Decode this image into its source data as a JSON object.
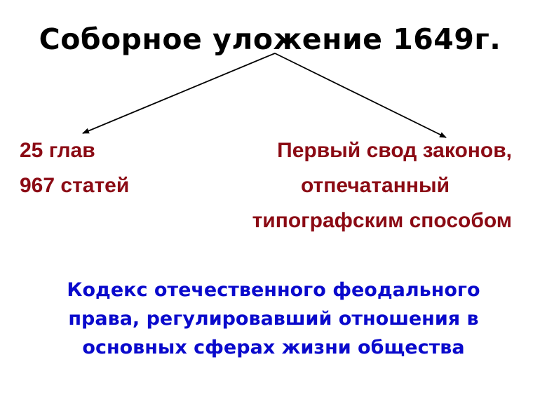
{
  "slide": {
    "title": "Соборное уложение 1649г.",
    "left_branch": {
      "lines": [
        "25 глав",
        "967 статей"
      ]
    },
    "right_branch": {
      "lines": [
        "Первый свод законов,",
        "отпечатанный",
        "типографским  способом"
      ]
    },
    "summary": {
      "lines": [
        "Кодекс отечественного феодального",
        "права, регулировавший отношения в",
        "основных сферах жизни общества"
      ]
    },
    "colors": {
      "title": "#000000",
      "branches": "#8b0a14",
      "summary": "#0a0acc",
      "arrows": "#000000"
    }
  }
}
